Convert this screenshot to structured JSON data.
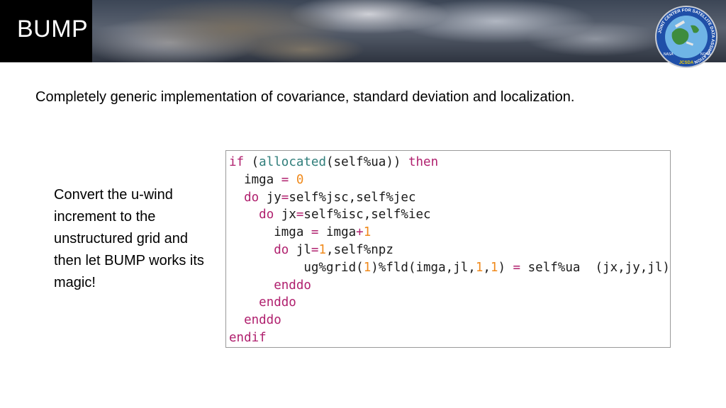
{
  "slide": {
    "title": "BUMP",
    "subtitle": "Completely generic implementation of covariance, standard deviation and localization.",
    "side_note": "Convert the u-wind increment to the unstructured grid and then let BUMP works its magic!"
  },
  "logo": {
    "icon": "jcsda-logo-icon",
    "ring_text": "JOINT CENTER FOR SATELLITE DATA ASSIMILATION",
    "bottom_text": "JCSDA",
    "side_left": "NASA",
    "side_right": "NOAA"
  },
  "code": {
    "language": "fortran",
    "lines": [
      "if (allocated(self%ua)) then",
      "  imga = 0",
      "  do jy=self%jsc,self%jec",
      "    do jx=self%isc,self%iec",
      "      imga = imga+1",
      "      do jl=1,self%npz",
      "          ug%grid(1)%fld(imga,jl,1,1) = self%ua  (jx,jy,jl)",
      "      enddo",
      "    enddo",
      "  enddo",
      "endif"
    ]
  },
  "colors": {
    "keyword": "#b0206e",
    "number": "#f08a1c",
    "builtin": "#2f7d7a"
  }
}
